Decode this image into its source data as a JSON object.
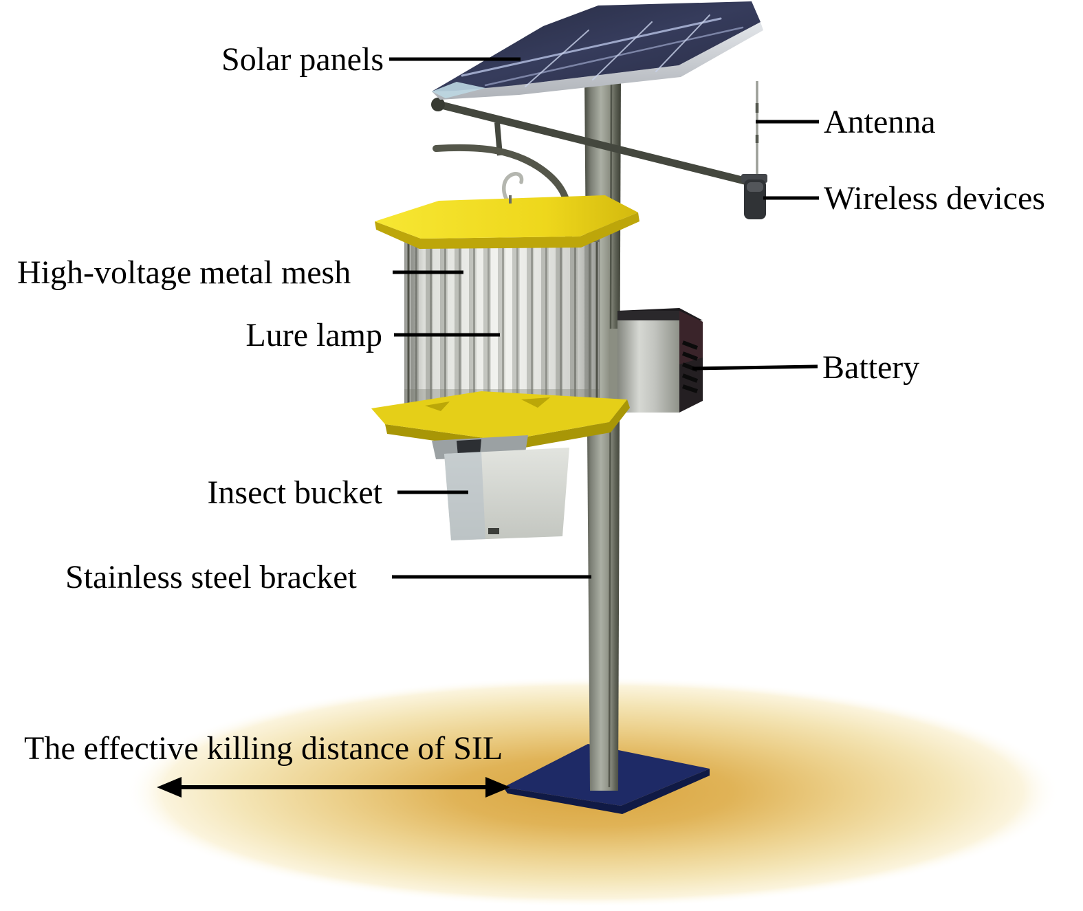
{
  "figure": {
    "subject": "Solar insecticidal lamp (SIL) labeled diagram"
  },
  "labels": {
    "solar_panels": "Solar panels",
    "antenna": "Antenna",
    "wireless_devices": "Wireless devices",
    "high_voltage_mesh": "High-voltage metal mesh",
    "lure_lamp": "Lure lamp",
    "battery": "Battery",
    "insect_bucket": "Insect bucket",
    "stainless_bracket": "Stainless steel bracket",
    "killing_distance": "The effective killing distance of SIL"
  },
  "colors": {
    "label_text": "#000000",
    "leader_line": "#000000",
    "canopy_yellow": "#eed71c",
    "tray_yellow": "#e5cf18",
    "glow_gold_center": "#d9a53f",
    "glow_gold_outer": "#f7ecc8",
    "base_navy": "#1e2a66",
    "solar_panel_navy": "#2c3050",
    "pole_gray": "#8b8e82",
    "bucket_gray": "#d8dad5",
    "battery_dark": "#241f22"
  }
}
